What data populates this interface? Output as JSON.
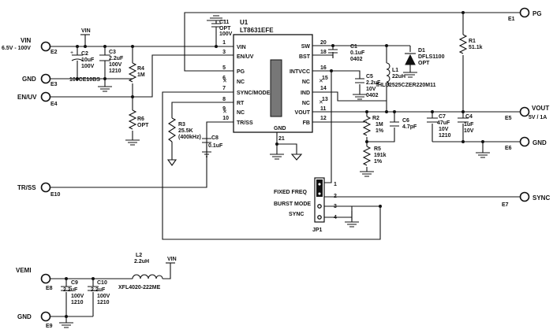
{
  "ic": {
    "ref": "U1",
    "part": "LT8631EFE",
    "pins": [
      {
        "num": "1",
        "name": "VIN"
      },
      {
        "num": "3",
        "name": "EN/UV"
      },
      {
        "num": "5",
        "name": "PG"
      },
      {
        "num": "6",
        "name": "NC"
      },
      {
        "num": "7",
        "name": "SYNC/MODE"
      },
      {
        "num": "8",
        "name": "RT"
      },
      {
        "num": "9",
        "name": "NC"
      },
      {
        "num": "10",
        "name": "TR/SS"
      },
      {
        "num": "20",
        "name": "SW"
      },
      {
        "num": "18",
        "name": "BST"
      },
      {
        "num": "16",
        "name": "INTVCC"
      },
      {
        "num": "15",
        "name": "NC"
      },
      {
        "num": "14",
        "name": "IND"
      },
      {
        "num": "13",
        "name": "NC"
      },
      {
        "num": "11",
        "name": "VOUT"
      },
      {
        "num": "12",
        "name": "FB"
      },
      {
        "num": "21",
        "name": "GND"
      }
    ]
  },
  "terminals": {
    "vin": {
      "name": "VIN",
      "range": "6.5V - 100V",
      "id": "E2"
    },
    "gnd_in": {
      "name": "GND",
      "id": "E3"
    },
    "en_uv": {
      "name": "EN/UV",
      "id": "E4"
    },
    "tr_ss": {
      "name": "TR/SS",
      "id": "E10"
    },
    "pg": {
      "name": "PG",
      "id": "E1"
    },
    "vout": {
      "name": "VOUT",
      "rating": "5V / 1A",
      "id": "E5"
    },
    "gnd_out": {
      "name": "GND",
      "id": "E6"
    },
    "sync": {
      "name": "SYNC",
      "id": "E7"
    },
    "vemi": {
      "name": "VEMI",
      "id": "E8"
    },
    "gnd_emi": {
      "name": "GND",
      "id": "E9"
    }
  },
  "vin_label": "VIN",
  "components": {
    "C11": {
      "ref": "C11",
      "v1": "OPT",
      "v2": "100V"
    },
    "C2": {
      "ref": "C2",
      "v1": "10uF",
      "v2": "100V",
      "v3": "100CE10BS"
    },
    "C3": {
      "ref": "C3",
      "v1": "2.2uF",
      "v2": "100V",
      "v3": "1210"
    },
    "R4": {
      "ref": "R4",
      "v1": "1M"
    },
    "R6": {
      "ref": "R6",
      "v1": "OPT"
    },
    "R3": {
      "ref": "R3",
      "v1": "25.5K",
      "v2": "(400kHz)"
    },
    "C8": {
      "ref": "C8",
      "v1": "0.1uF"
    },
    "C1": {
      "ref": "C1",
      "v1": "0.1uF",
      "v2": "0402"
    },
    "C5": {
      "ref": "C5",
      "v1": "2.2uF",
      "v2": "10V",
      "v3": "0402"
    },
    "D1": {
      "ref": "D1",
      "v1": "DFLS1100",
      "v2": "OPT"
    },
    "L1": {
      "ref": "L1",
      "v1": "22uH",
      "v2": "IHLP2525CZER220M11"
    },
    "R1": {
      "ref": "R1",
      "v1": "51.1k"
    },
    "R2": {
      "ref": "R2",
      "v1": "1M",
      "v2": "1%"
    },
    "C6": {
      "ref": "C6",
      "v1": "4.7pF"
    },
    "R5": {
      "ref": "R5",
      "v1": "191k",
      "v2": "1%"
    },
    "C7": {
      "ref": "C7",
      "v1": "47uF",
      "v2": "10V",
      "v3": "1210"
    },
    "C4": {
      "ref": "C4",
      "v1": "1uF",
      "v2": "10V"
    },
    "L2": {
      "ref": "L2",
      "v1": "2.2uH",
      "v2": "XFL4020-222ME"
    },
    "C9": {
      "ref": "C9",
      "v1": "2.2uF",
      "v2": "100V",
      "v3": "1210"
    },
    "C10": {
      "ref": "C10",
      "v1": "2.2uF",
      "v2": "100V",
      "v3": "1210"
    }
  },
  "jumper": {
    "ref": "JP1",
    "modes": [
      "FIXED FREQ",
      "BURST MODE",
      "SYNC"
    ],
    "pins": [
      "1",
      "2",
      "3",
      "4"
    ]
  },
  "l2_vin_label": "VIN"
}
